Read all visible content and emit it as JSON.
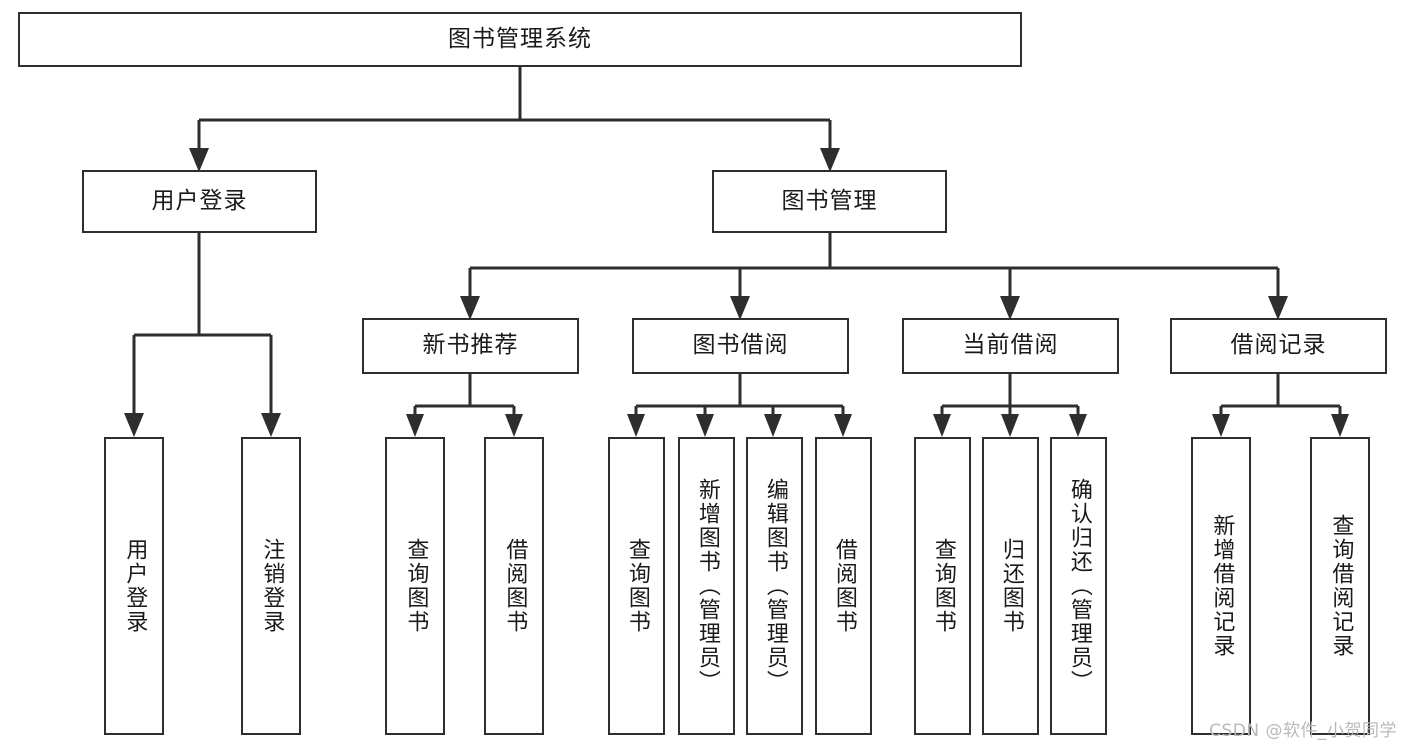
{
  "diagram": {
    "title": "图书管理系统",
    "type": "hierarchy-tree",
    "theme": {
      "background": "#ffffff",
      "box_border": "#2e2e2e",
      "box_fill": "#ffffff",
      "text": "#1a1a1a",
      "connector": "#2e2e2e",
      "watermark": "#b9b9b9"
    },
    "root": {
      "label": "图书管理系统"
    },
    "level2": [
      {
        "label": "用户登录"
      },
      {
        "label": "图书管理"
      }
    ],
    "level3": [
      {
        "label": "新书推荐"
      },
      {
        "label": "图书借阅"
      },
      {
        "label": "当前借阅"
      },
      {
        "label": "借阅记录"
      }
    ],
    "leaves": {
      "user_login": [
        {
          "label": "用户登录"
        },
        {
          "label": "注销登录"
        }
      ],
      "new_book_recommend": [
        {
          "label": "查询图书"
        },
        {
          "label": "借阅图书"
        }
      ],
      "book_borrow": [
        {
          "label": "查询图书"
        },
        {
          "label": "新增图书（管理员）"
        },
        {
          "label": "编辑图书（管理员）"
        },
        {
          "label": "借阅图书"
        }
      ],
      "current_borrow": [
        {
          "label": "查询图书"
        },
        {
          "label": "归还图书"
        },
        {
          "label": "确认归还（管理员）"
        }
      ],
      "borrow_record": [
        {
          "label": "新增借阅记录"
        },
        {
          "label": "查询借阅记录"
        }
      ]
    }
  },
  "watermark": {
    "text": "CSDN @软件_小贺同学"
  }
}
